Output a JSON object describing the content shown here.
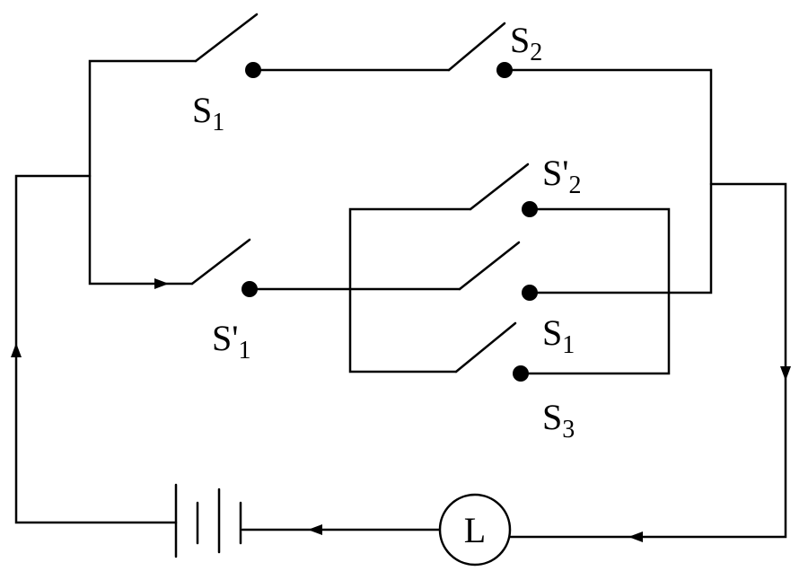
{
  "diagram": {
    "switches": [
      {
        "id": "s1_top",
        "letter": "S",
        "prime": "",
        "subscript": "1"
      },
      {
        "id": "s2_top",
        "letter": "S",
        "prime": "",
        "subscript": "2"
      },
      {
        "id": "s2_prime",
        "letter": "S",
        "prime": "'",
        "subscript": "2"
      },
      {
        "id": "s1_prime",
        "letter": "S",
        "prime": "'",
        "subscript": "1"
      },
      {
        "id": "s1_mid",
        "letter": "S",
        "prime": "",
        "subscript": "1"
      },
      {
        "id": "s3",
        "letter": "S",
        "prime": "",
        "subscript": "3"
      }
    ],
    "lamp": {
      "label": "L"
    }
  }
}
